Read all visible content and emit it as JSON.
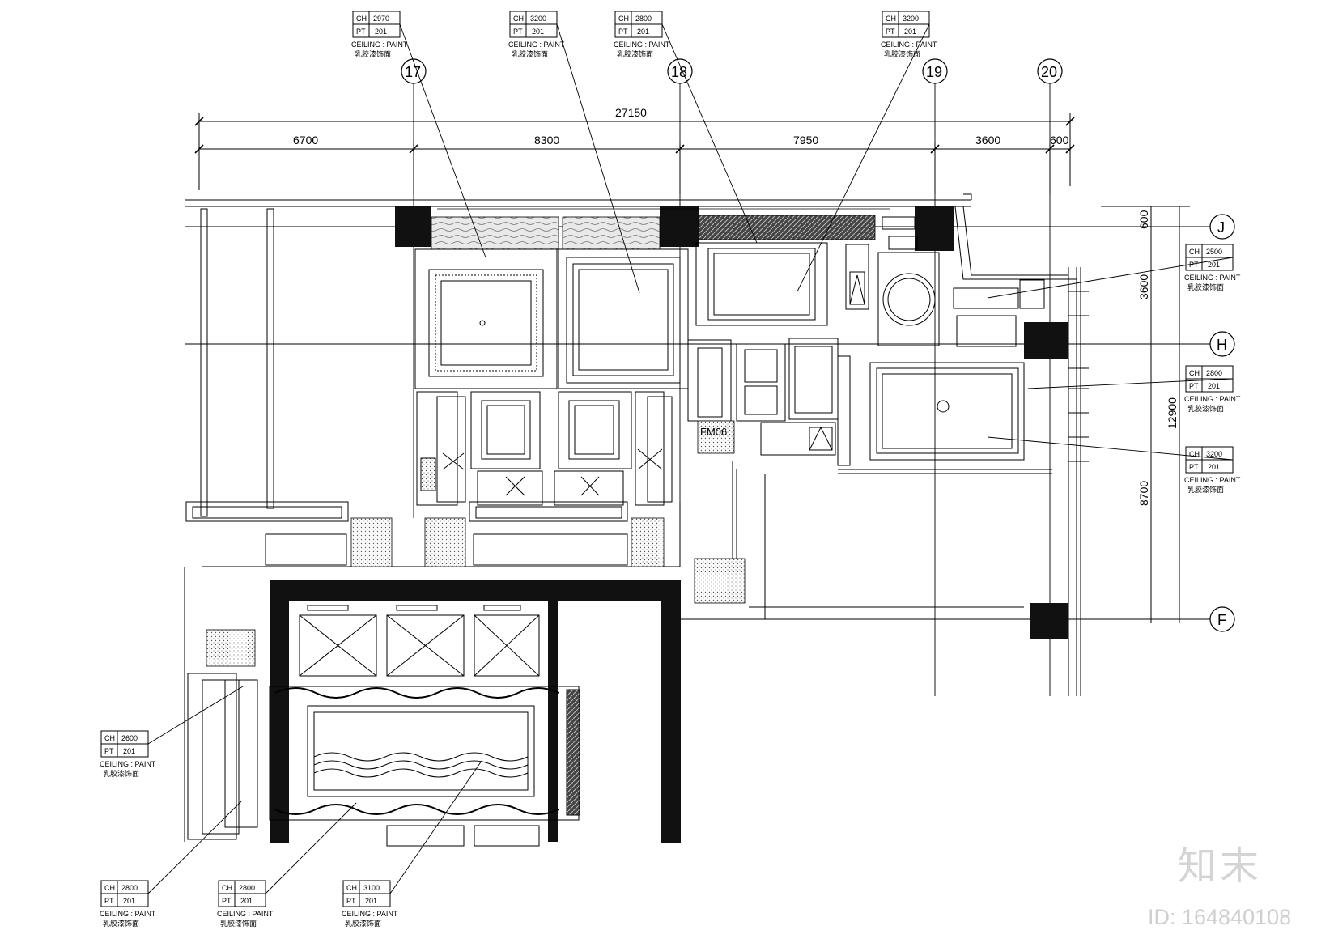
{
  "dimensions": {
    "overall": "27150",
    "segments": [
      "6700",
      "8300",
      "7950",
      "3600",
      "600"
    ],
    "vertical_overall": "12900",
    "vertical_segments": [
      "600",
      "3600",
      "8700"
    ]
  },
  "axes": {
    "columns": [
      "17",
      "18",
      "19",
      "20"
    ],
    "rows": [
      "J",
      "H",
      "F"
    ]
  },
  "door_tag": "FM06",
  "tag_labels": {
    "ch": "CH",
    "pt": "PT",
    "ceiling": "CEILING : PAINT",
    "cn": "乳胶漆饰面"
  },
  "ceiling_tags": [
    {
      "ch": "2970",
      "pt": "201"
    },
    {
      "ch": "3200",
      "pt": "201"
    },
    {
      "ch": "2800",
      "pt": "201"
    },
    {
      "ch": "3200",
      "pt": "201"
    },
    {
      "ch": "2500",
      "pt": "201"
    },
    {
      "ch": "2800",
      "pt": "201"
    },
    {
      "ch": "3200",
      "pt": "201"
    },
    {
      "ch": "2600",
      "pt": "201"
    },
    {
      "ch": "2800",
      "pt": "201"
    },
    {
      "ch": "2800",
      "pt": "201"
    },
    {
      "ch": "3100",
      "pt": "201"
    }
  ],
  "watermark": {
    "logo": "知末",
    "id": "ID: 164840108"
  },
  "colors": {
    "line": "#000000",
    "hatch": "#9a9a9a",
    "watermark": "#d0d0d0"
  }
}
